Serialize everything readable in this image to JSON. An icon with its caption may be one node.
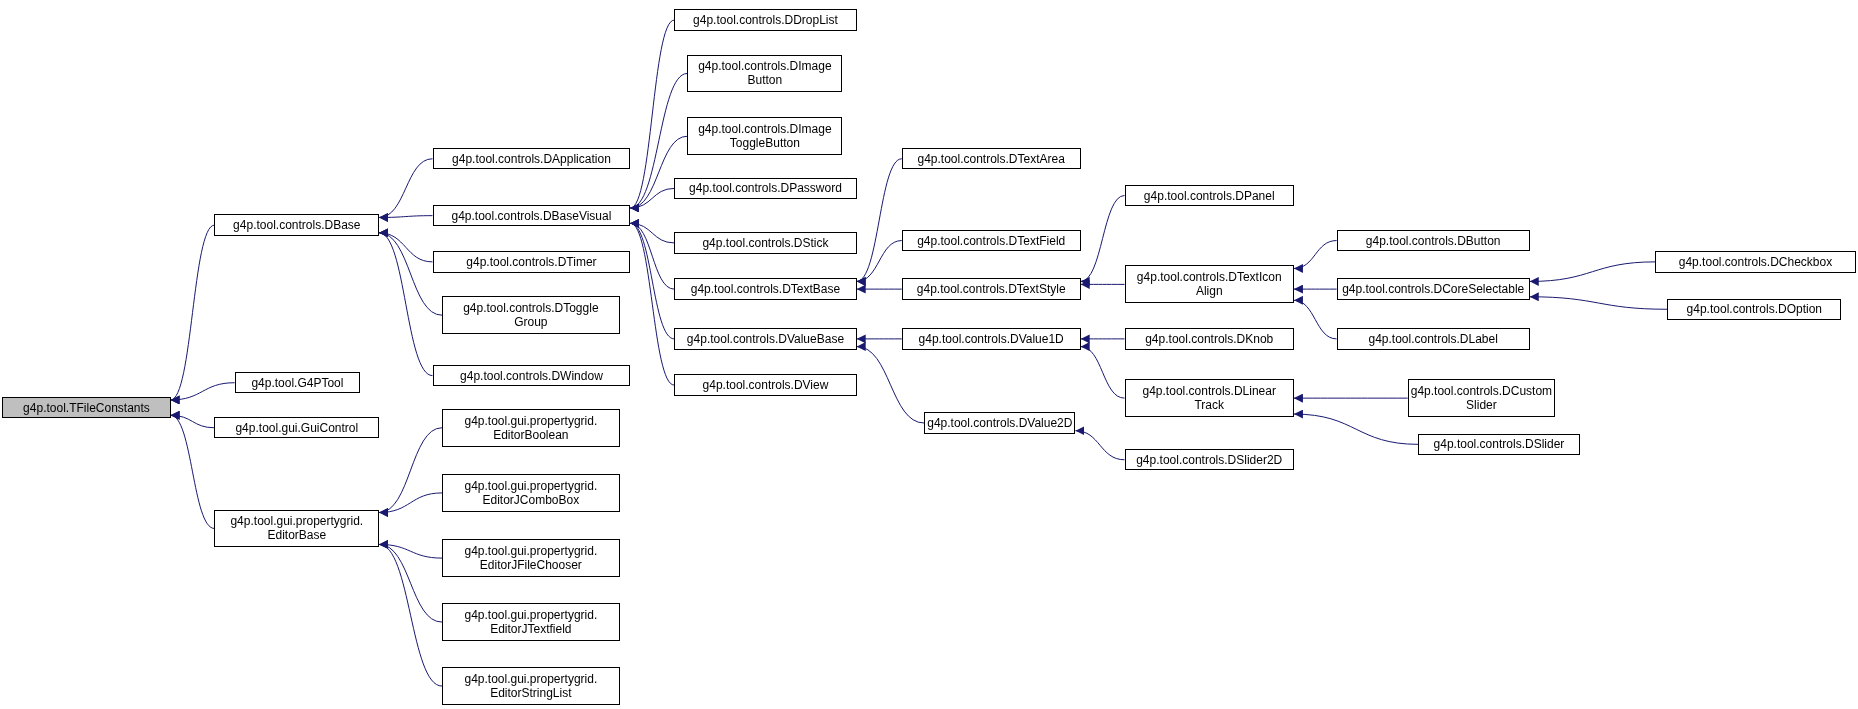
{
  "diagram": {
    "nodes": [
      {
        "text": [
          "g4p.tool.TFileConstants"
        ]
      },
      {
        "text": [
          "g4p.tool.controls.DBase"
        ]
      },
      {
        "text": [
          "g4p.tool.G4PTool"
        ]
      },
      {
        "text": [
          "g4p.tool.gui.GuiControl"
        ]
      },
      {
        "text": [
          "g4p.tool.gui.propertygrid. EditorBase"
        ]
      },
      {
        "text": [
          "g4p.tool.controls.DApplication"
        ]
      },
      {
        "text": [
          "g4p.tool.controls.DBaseVisual"
        ]
      },
      {
        "text": [
          "g4p.tool.controls.DTimer"
        ]
      },
      {
        "text": [
          "g4p.tool.controls.DToggle Group"
        ]
      },
      {
        "text": [
          "g4p.tool.controls.DWindow"
        ]
      },
      {
        "text": [
          "g4p.tool.gui.propertygrid. EditorBoolean"
        ]
      },
      {
        "text": [
          "g4p.tool.gui.propertygrid. EditorJComboBox"
        ]
      },
      {
        "text": [
          "g4p.tool.gui.propertygrid. EditorJFileChooser"
        ]
      },
      {
        "text": [
          "g4p.tool.gui.propertygrid. EditorJTextfield"
        ]
      },
      {
        "text": [
          "g4p.tool.gui.propertygrid. EditorStringList"
        ]
      },
      {
        "text": [
          "g4p.tool.controls.DDropList"
        ]
      },
      {
        "text": [
          "g4p.tool.controls.DImage Button"
        ]
      },
      {
        "text": [
          "g4p.tool.controls.DImage ToggleButton"
        ]
      },
      {
        "text": [
          "g4p.tool.controls.DPassword"
        ]
      },
      {
        "text": [
          "g4p.tool.controls.DStick"
        ]
      },
      {
        "text": [
          "g4p.tool.controls.DTextBase"
        ]
      },
      {
        "text": [
          "g4p.tool.controls.DValueBase"
        ]
      },
      {
        "text": [
          "g4p.tool.controls.DView"
        ]
      },
      {
        "text": [
          "g4p.tool.controls.DTextArea"
        ]
      },
      {
        "text": [
          "g4p.tool.controls.DTextField"
        ]
      },
      {
        "text": [
          "g4p.tool.controls.DTextStyle"
        ]
      },
      {
        "text": [
          "g4p.tool.controls.DValue1D"
        ]
      },
      {
        "text": [
          "g4p.tool.controls.DValue2D"
        ]
      },
      {
        "text": [
          "g4p.tool.controls.DPanel"
        ]
      },
      {
        "text": [
          "g4p.tool.controls.DTextIcon Align"
        ]
      },
      {
        "text": [
          "g4p.tool.controls.DKnob"
        ]
      },
      {
        "text": [
          "g4p.tool.controls.DLinear Track"
        ]
      },
      {
        "text": [
          "g4p.tool.controls.DSlider2D"
        ]
      },
      {
        "text": [
          "g4p.tool.controls.DButton"
        ]
      },
      {
        "text": [
          "g4p.tool.controls.DCoreSelectable"
        ]
      },
      {
        "text": [
          "g4p.tool.controls.DLabel"
        ]
      },
      {
        "text": [
          "g4p.tool.controls.DCustom Slider"
        ]
      },
      {
        "text": [
          "g4p.tool.controls.DSlider"
        ]
      },
      {
        "text": [
          "g4p.tool.controls.DCheckbox"
        ]
      },
      {
        "text": [
          "g4p.tool.controls.DOption"
        ]
      }
    ],
    "edges": [
      {
        "from": 1,
        "to": 0,
        "arrow": "to"
      },
      {
        "from": 2,
        "to": 0,
        "arrow": "to"
      },
      {
        "from": 3,
        "to": 0,
        "arrow": "to"
      },
      {
        "from": 4,
        "to": 0,
        "arrow": "to"
      },
      {
        "from": 5,
        "to": 1,
        "arrow": "to"
      },
      {
        "from": 6,
        "to": 1,
        "arrow": "to"
      },
      {
        "from": 7,
        "to": 1,
        "arrow": "to"
      },
      {
        "from": 8,
        "to": 1,
        "arrow": "to"
      },
      {
        "from": 9,
        "to": 1,
        "arrow": "to"
      },
      {
        "from": 10,
        "to": 4,
        "arrow": "to"
      },
      {
        "from": 11,
        "to": 4,
        "arrow": "to"
      },
      {
        "from": 12,
        "to": 4,
        "arrow": "to"
      },
      {
        "from": 13,
        "to": 4,
        "arrow": "to"
      },
      {
        "from": 14,
        "to": 4,
        "arrow": "to"
      },
      {
        "from": 15,
        "to": 6,
        "arrow": "to"
      },
      {
        "from": 16,
        "to": 6,
        "arrow": "to"
      },
      {
        "from": 17,
        "to": 6,
        "arrow": "to"
      },
      {
        "from": 18,
        "to": 6,
        "arrow": "to"
      },
      {
        "from": 19,
        "to": 6,
        "arrow": "to"
      },
      {
        "from": 20,
        "to": 6,
        "arrow": "to"
      },
      {
        "from": 21,
        "to": 6,
        "arrow": "to"
      },
      {
        "from": 22,
        "to": 6,
        "arrow": "to"
      },
      {
        "from": 23,
        "to": 20,
        "arrow": "to"
      },
      {
        "from": 24,
        "to": 20,
        "arrow": "to"
      },
      {
        "from": 25,
        "to": 20,
        "arrow": "to"
      },
      {
        "from": 26,
        "to": 21,
        "arrow": "to"
      },
      {
        "from": 27,
        "to": 21,
        "arrow": "to"
      },
      {
        "from": 28,
        "to": 25,
        "arrow": "to"
      },
      {
        "from": 29,
        "to": 25,
        "arrow": "to"
      },
      {
        "from": 30,
        "to": 26,
        "arrow": "to"
      },
      {
        "from": 31,
        "to": 26,
        "arrow": "to"
      },
      {
        "from": 32,
        "to": 27,
        "arrow": "to"
      },
      {
        "from": 33,
        "to": 29,
        "arrow": "to"
      },
      {
        "from": 34,
        "to": 29,
        "arrow": "to"
      },
      {
        "from": 35,
        "to": 29,
        "arrow": "to"
      },
      {
        "from": 36,
        "to": 31,
        "arrow": "to"
      },
      {
        "from": 37,
        "to": 31,
        "arrow": "to"
      },
      {
        "from": 38,
        "to": 34,
        "arrow": "to"
      },
      {
        "from": 39,
        "to": 34,
        "arrow": "to"
      }
    ]
  }
}
